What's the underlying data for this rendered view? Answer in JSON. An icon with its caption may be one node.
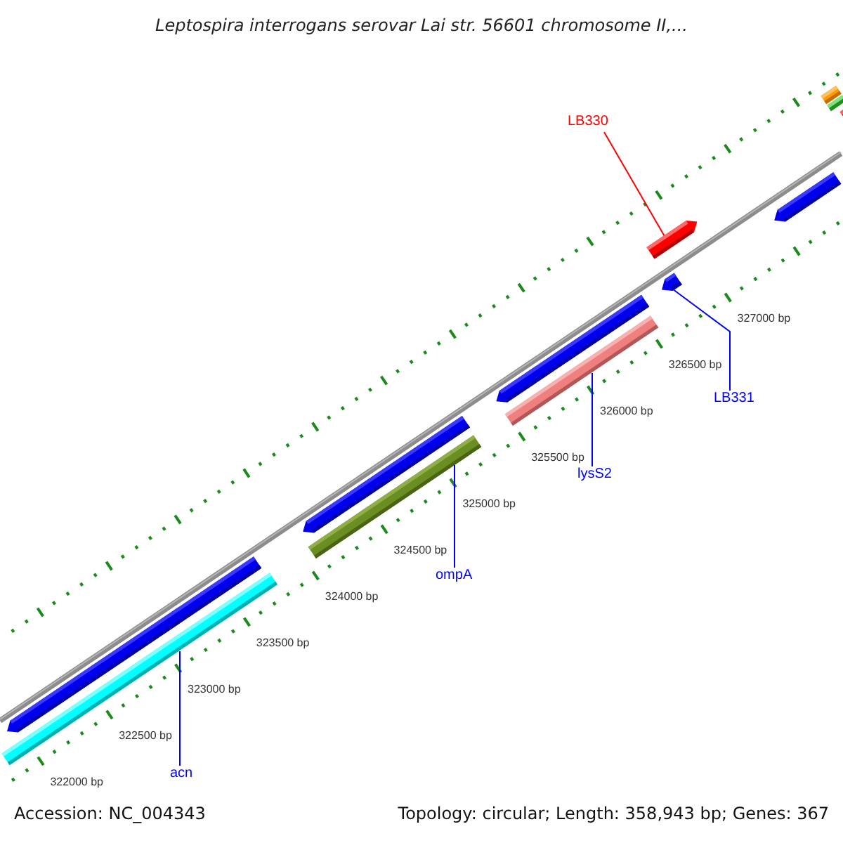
{
  "diagram": {
    "title": "Leptospira interrogans serovar Lai str. 56601 chromosome II,...",
    "nodes": [
      {
        "text": [
          "LB330"
        ]
      },
      {
        "text": [],
        "shape": "arrow"
      },
      {
        "text": [
          "LB331"
        ]
      },
      {
        "text": [],
        "shape": "arrow"
      },
      {
        "text": [
          "lysS2"
        ]
      },
      {
        "text": [],
        "shape": "bar"
      },
      {
        "text": [
          "ompA"
        ]
      },
      {
        "text": [],
        "shape": "bar"
      },
      {
        "text": [
          "acn"
        ]
      },
      {
        "text": [],
        "shape": "bar"
      }
    ],
    "edges": [
      {
        "from": 0,
        "to": 1,
        "arrow": "none",
        "color": "#ff0000"
      },
      {
        "from": 2,
        "to": 3,
        "arrow": "none"
      },
      {
        "from": 4,
        "to": 5,
        "arrow": "none"
      },
      {
        "from": 6,
        "to": 7,
        "arrow": "none"
      },
      {
        "from": 8,
        "to": 9,
        "arrow": "none"
      }
    ],
    "labels": [
      "327000 bp",
      "326500 bp",
      "326000 bp",
      "325500 bp",
      "325000 bp",
      "324500 bp",
      "324000 bp",
      "323500 bp",
      "323000 bp",
      "322500 bp",
      "322000 bp",
      "Accession: NC_004343",
      "Topology: circular; Length: 358,943 bp; Genes: 367"
    ]
  }
}
